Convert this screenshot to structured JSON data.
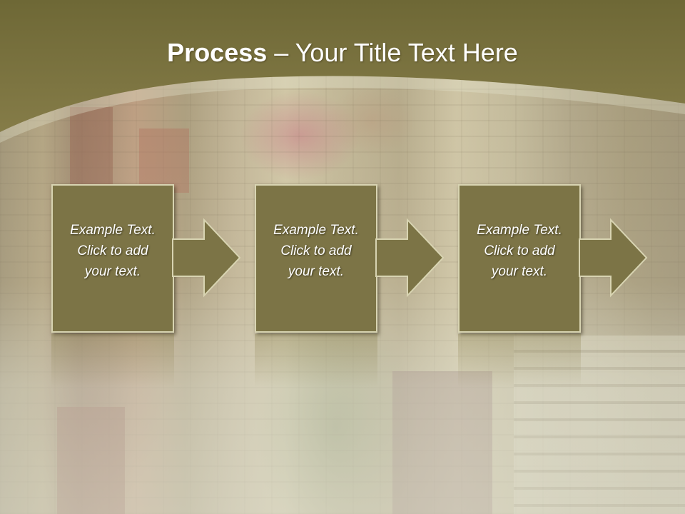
{
  "slide": {
    "title_bold": "Process",
    "title_rest": " – Your Title Text Here"
  },
  "steps": [
    {
      "text_line1": "Example Text.",
      "text_line2": "Click  to add",
      "text_line3": "your text."
    },
    {
      "text_line1": "Example Text.",
      "text_line2": "Click  to add",
      "text_line3": "your text."
    },
    {
      "text_line1": "Example Text.",
      "text_line2": "Click  to add",
      "text_line3": "your text."
    }
  ],
  "colors": {
    "header_band": "#7b7343",
    "step_fill": "#7c7446",
    "step_border": "#d8d4b2",
    "title_text": "#ffffff"
  },
  "icons": [
    "right-arrow-icon"
  ]
}
